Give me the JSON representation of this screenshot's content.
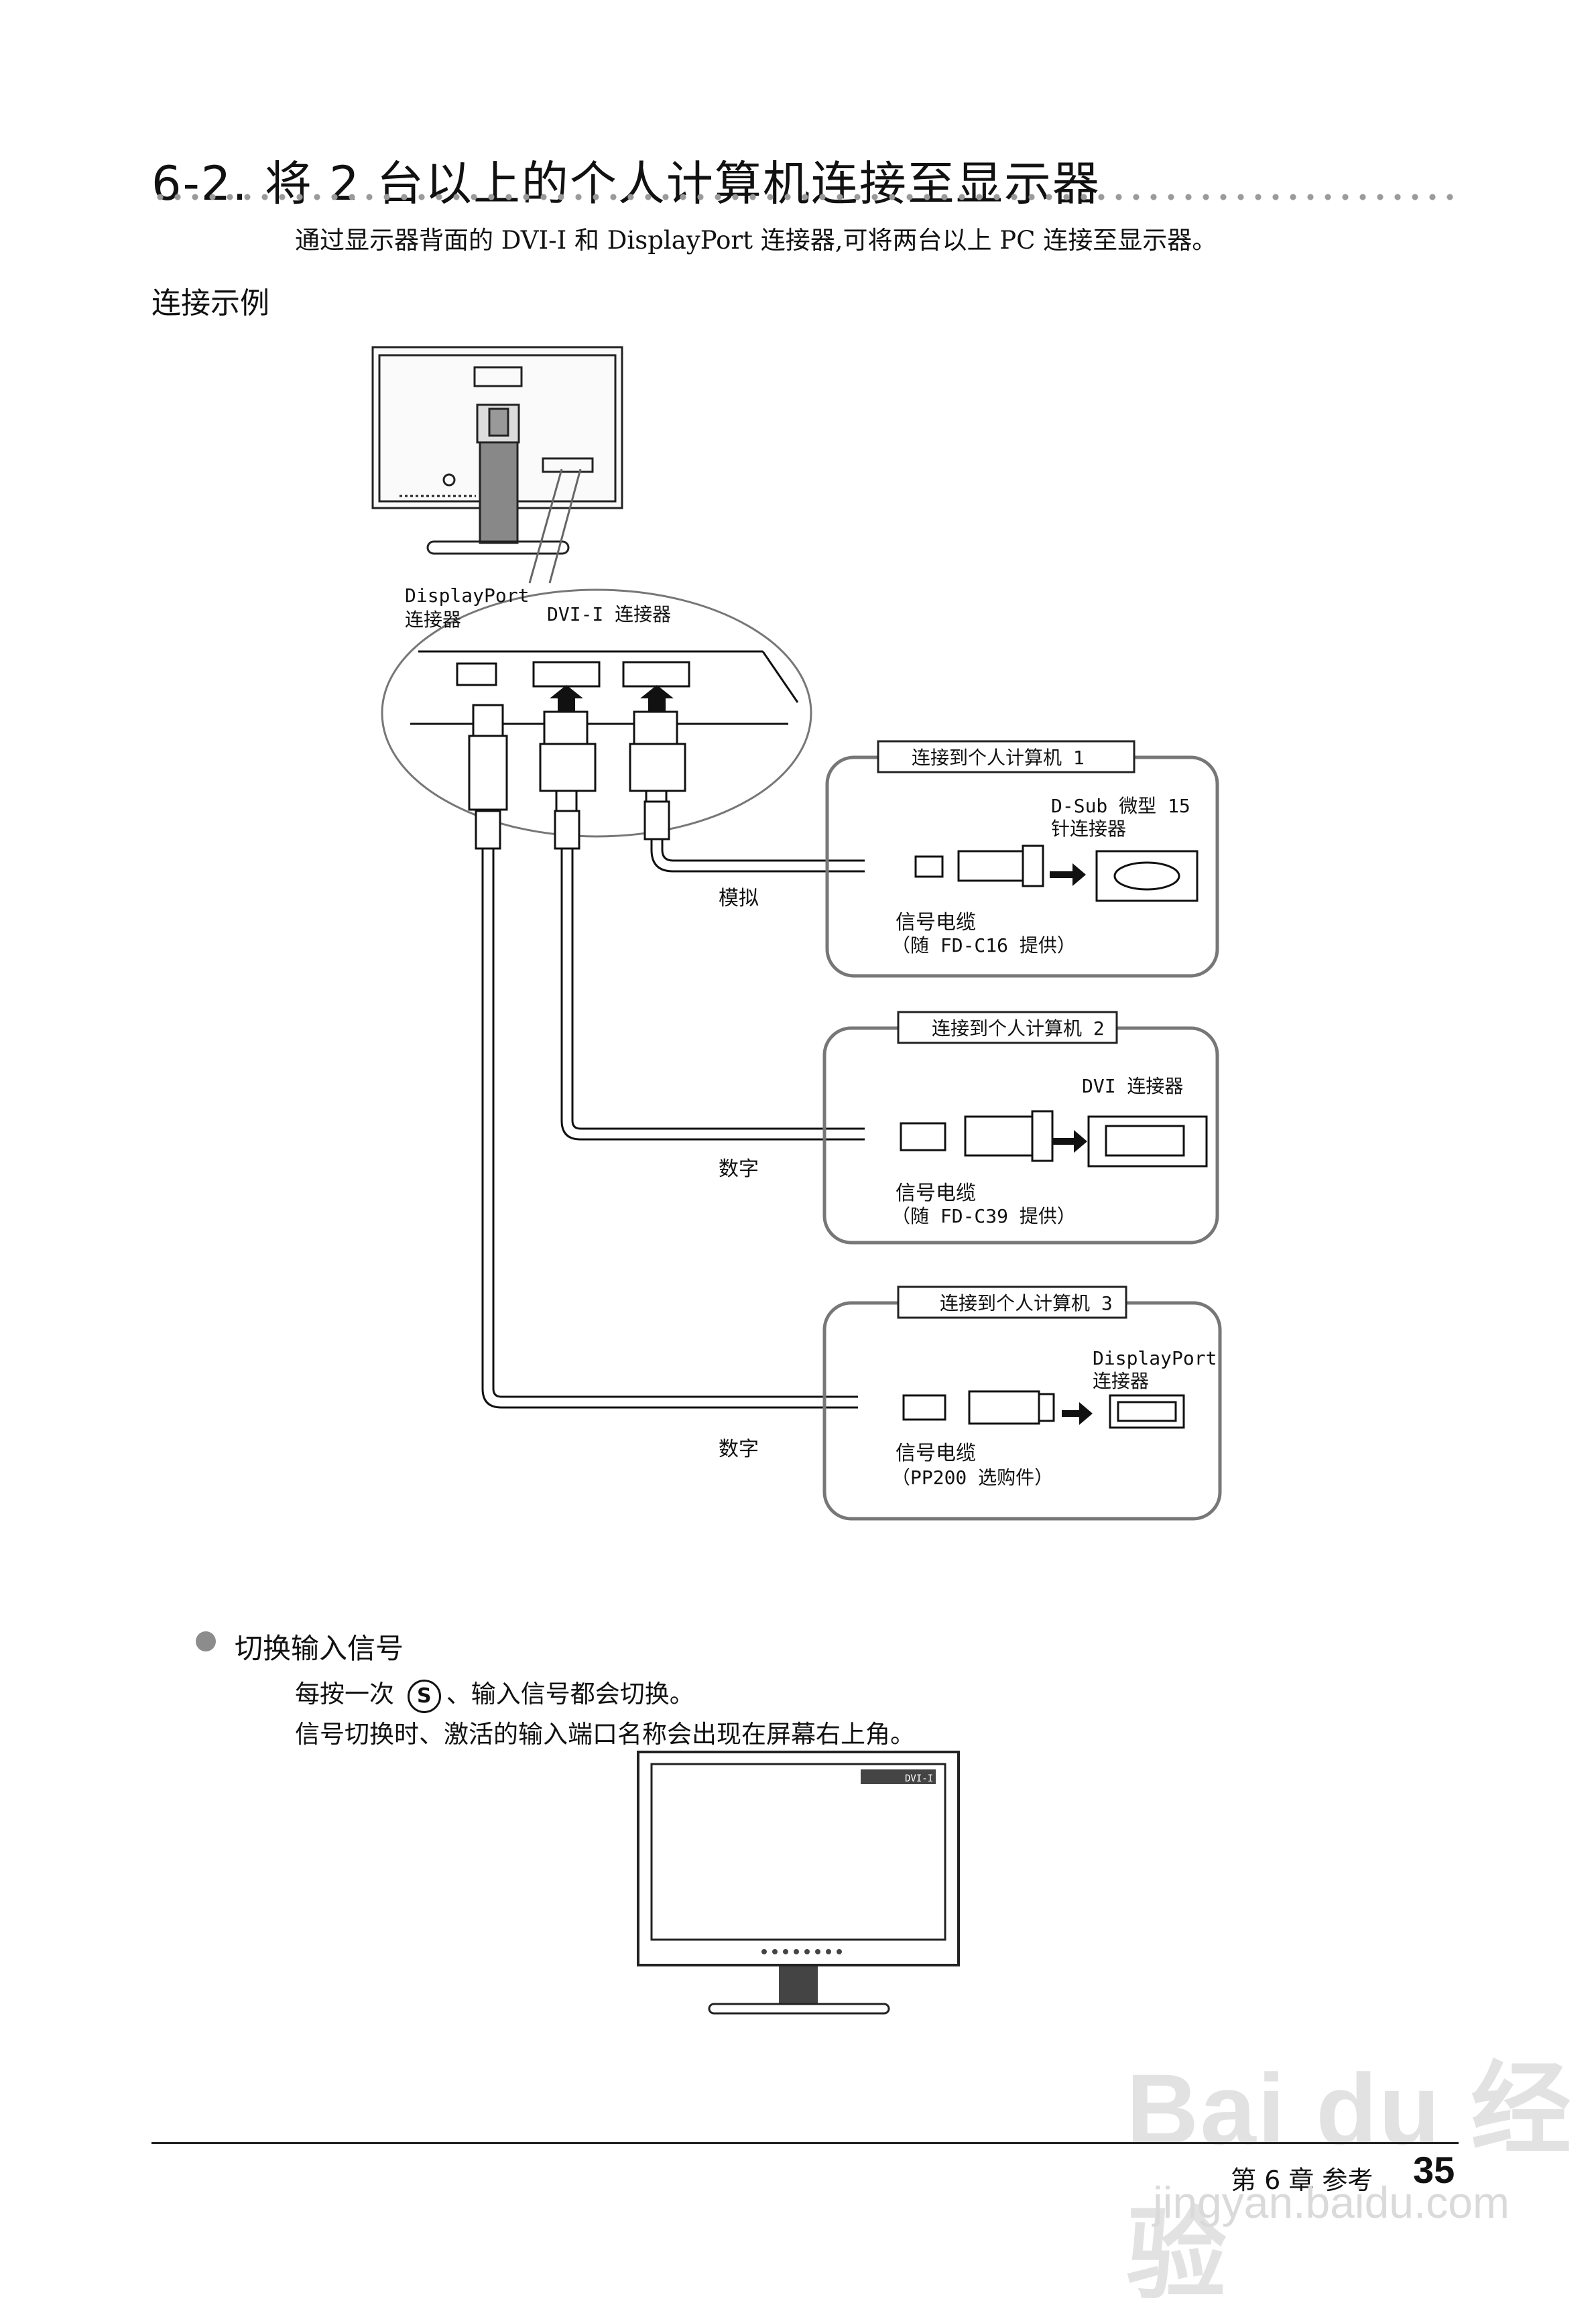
{
  "page": {
    "section_title": "6-2. 将 2 台以上的个人计算机连接至显示器",
    "intro": "通过显示器背面的 DVI-I 和 DisplayPort 连接器,可将两台以上 PC 连接至显示器。",
    "example_heading": "连接示例"
  },
  "diagram": {
    "monitor_labels": {
      "displayport_line1": "DisplayPort",
      "displayport_line2": "连接器",
      "dvi_connector": "DVI-I 连接器"
    },
    "pc1": {
      "title": "连接到个人计算机 1",
      "connector_line1": "D-Sub 微型 15",
      "connector_line2": "针连接器",
      "signal_type": "模拟",
      "cable_line1": "信号电缆",
      "cable_line2": "（随 FD-C16 提供）"
    },
    "pc2": {
      "title": "连接到个人计算机 2",
      "connector": "DVI 连接器",
      "signal_type": "数字",
      "cable_line1": "信号电缆",
      "cable_line2": "（随 FD-C39 提供）"
    },
    "pc3": {
      "title": "连接到个人计算机 3",
      "connector_line1": "DisplayPort",
      "connector_line2": "连接器",
      "signal_type": "数字",
      "cable_line1": "信号电缆",
      "cable_line2": "（PP200 选购件）"
    }
  },
  "switching": {
    "heading": "切换输入信号",
    "line1_before": "每按一次",
    "button_symbol": "S",
    "line1_after": "、输入信号都会切换。",
    "line2": "信号切换时、激活的输入端口名称会出现在屏幕右上角。",
    "screen_tag": "DVI-I"
  },
  "footer": {
    "chapter": "第 6 章 参考",
    "page_number": "35"
  },
  "watermark": {
    "logo": "Bai du 经验",
    "site": "jingyan.baidu.com"
  }
}
